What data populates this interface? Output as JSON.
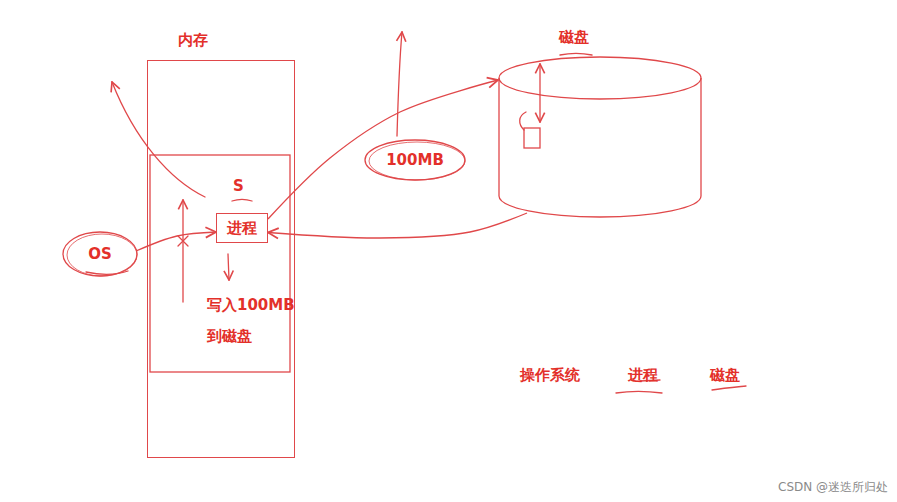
{
  "diagram": {
    "nodes": [
      {
        "text": [
          "内存"
        ]
      },
      {
        "text": [
          "进程"
        ],
        "in": 0
      },
      {
        "text": [
          "磁盘"
        ]
      },
      {
        "text": [
          "OS"
        ]
      },
      {
        "text": [
          "100MB"
        ]
      }
    ],
    "edges": [
      {
        "from": 3,
        "to": 1,
        "arrow": "to"
      },
      {
        "from": 1,
        "to": 2,
        "arrow": "to"
      },
      {
        "from": 2,
        "to": 1,
        "arrow": "to"
      }
    ],
    "labels": [
      "S",
      "写入100MB 到磁盘",
      "操作系统",
      "进程",
      "磁盘",
      "CSDN @迷迭所归处"
    ]
  }
}
